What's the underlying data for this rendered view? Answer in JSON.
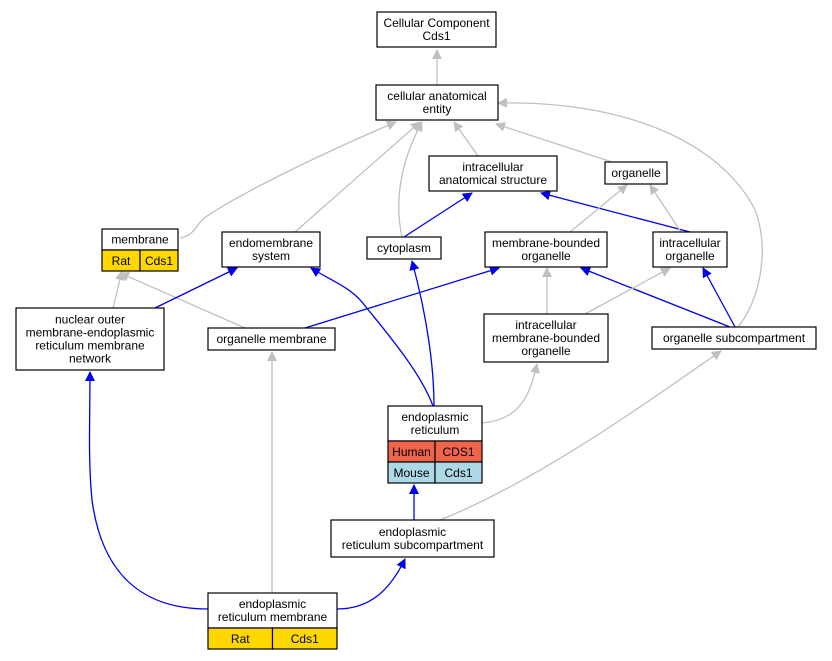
{
  "colors": {
    "is_a_edge": "#c0c0c0",
    "part_of_edge": "#0000ee",
    "rat": "#ffd700",
    "human": "#f0644b",
    "mouse": "#add8e6"
  },
  "nodes": {
    "cellular_component": {
      "lines": [
        "Cellular Component",
        "Cds1"
      ]
    },
    "cellular_anatomical_entity": {
      "lines": [
        "cellular anatomical",
        "entity"
      ]
    },
    "intracellular_anatomical_structure": {
      "lines": [
        "intracellular",
        "anatomical structure"
      ]
    },
    "organelle": {
      "lines": [
        "organelle"
      ]
    },
    "membrane": {
      "lines": [
        "membrane"
      ],
      "species": [
        {
          "name": "Rat",
          "gene": "Cds1",
          "color_key": "rat"
        }
      ]
    },
    "endomembrane_system": {
      "lines": [
        "endomembrane",
        "system"
      ]
    },
    "cytoplasm": {
      "lines": [
        "cytoplasm"
      ]
    },
    "membrane_bounded_organelle": {
      "lines": [
        "membrane-bounded",
        "organelle"
      ]
    },
    "intracellular_organelle": {
      "lines": [
        "intracellular",
        "organelle"
      ]
    },
    "nuclear_outer_membrane": {
      "lines": [
        "nuclear outer",
        "membrane-endoplasmic",
        "reticulum membrane",
        "network"
      ]
    },
    "organelle_membrane": {
      "lines": [
        "organelle membrane"
      ]
    },
    "intracellular_membrane_bounded_organelle": {
      "lines": [
        "intracellular",
        "membrane-bounded",
        "organelle"
      ]
    },
    "organelle_subcompartment": {
      "lines": [
        "organelle subcompartment"
      ]
    },
    "endoplasmic_reticulum": {
      "lines": [
        "endoplasmic",
        "reticulum"
      ],
      "species": [
        {
          "name": "Human",
          "gene": "CDS1",
          "color_key": "human"
        },
        {
          "name": "Mouse",
          "gene": "Cds1",
          "color_key": "mouse"
        }
      ]
    },
    "er_subcompartment": {
      "lines": [
        "endoplasmic",
        "reticulum subcompartment"
      ]
    },
    "er_membrane": {
      "lines": [
        "endoplasmic",
        "reticulum membrane"
      ],
      "species": [
        {
          "name": "Rat",
          "gene": "Cds1",
          "color_key": "rat"
        }
      ]
    }
  },
  "edges": [
    {
      "from": "cellular_anatomical_entity",
      "to": "cellular_component",
      "type": "is_a"
    },
    {
      "from": "intracellular_anatomical_structure",
      "to": "cellular_anatomical_entity",
      "type": "is_a"
    },
    {
      "from": "organelle",
      "to": "cellular_anatomical_entity",
      "type": "is_a"
    },
    {
      "from": "membrane",
      "to": "cellular_anatomical_entity",
      "type": "is_a"
    },
    {
      "from": "endomembrane_system",
      "to": "cellular_anatomical_entity",
      "type": "is_a"
    },
    {
      "from": "cytoplasm",
      "to": "cellular_anatomical_entity",
      "type": "is_a"
    },
    {
      "from": "organelle_subcompartment",
      "to": "cellular_anatomical_entity",
      "type": "is_a"
    },
    {
      "from": "cytoplasm",
      "to": "intracellular_anatomical_structure",
      "type": "part_of"
    },
    {
      "from": "intracellular_organelle",
      "to": "intracellular_anatomical_structure",
      "type": "part_of"
    },
    {
      "from": "membrane_bounded_organelle",
      "to": "organelle",
      "type": "is_a"
    },
    {
      "from": "intracellular_organelle",
      "to": "organelle",
      "type": "is_a"
    },
    {
      "from": "nuclear_outer_membrane",
      "to": "membrane",
      "type": "is_a"
    },
    {
      "from": "organelle_membrane",
      "to": "membrane",
      "type": "is_a"
    },
    {
      "from": "nuclear_outer_membrane",
      "to": "endomembrane_system",
      "type": "part_of"
    },
    {
      "from": "endoplasmic_reticulum",
      "to": "endomembrane_system",
      "type": "part_of"
    },
    {
      "from": "endoplasmic_reticulum",
      "to": "cytoplasm",
      "type": "part_of"
    },
    {
      "from": "organelle_membrane",
      "to": "membrane_bounded_organelle",
      "type": "part_of"
    },
    {
      "from": "intracellular_membrane_bounded_organelle",
      "to": "membrane_bounded_organelle",
      "type": "is_a"
    },
    {
      "from": "organelle_subcompartment",
      "to": "membrane_bounded_organelle",
      "type": "part_of"
    },
    {
      "from": "intracellular_membrane_bounded_organelle",
      "to": "intracellular_organelle",
      "type": "is_a"
    },
    {
      "from": "organelle_subcompartment",
      "to": "intracellular_organelle",
      "type": "part_of"
    },
    {
      "from": "endoplasmic_reticulum",
      "to": "intracellular_membrane_bounded_organelle",
      "type": "is_a"
    },
    {
      "from": "er_subcompartment",
      "to": "organelle_subcompartment",
      "type": "is_a"
    },
    {
      "from": "er_subcompartment",
      "to": "endoplasmic_reticulum",
      "type": "part_of"
    },
    {
      "from": "er_membrane",
      "to": "organelle_membrane",
      "type": "is_a"
    },
    {
      "from": "er_membrane",
      "to": "nuclear_outer_membrane",
      "type": "part_of"
    },
    {
      "from": "er_membrane",
      "to": "er_subcompartment",
      "type": "part_of"
    }
  ]
}
